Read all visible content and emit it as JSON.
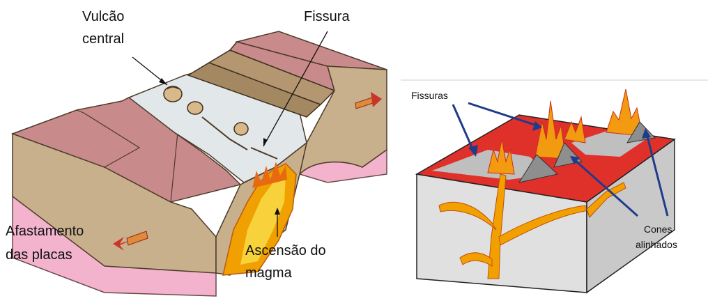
{
  "left_diagram": {
    "labels": {
      "vulcao_line1": "Vulcão",
      "vulcao_line2": "central",
      "fissura": "Fissura",
      "afastamento_line1": "Afastamento",
      "afastamento_line2": "das placas",
      "ascensao_line1": "Ascensão do",
      "ascensao_line2": "magma"
    }
  },
  "right_diagram": {
    "labels": {
      "fissuras": "Fissuras",
      "cones_line1": "Cones",
      "cones_line2": "alinhados"
    }
  },
  "colors": {
    "block_top": "#c98a8c",
    "block_side": "#c9b38f",
    "mantle": "#f2a9c4",
    "magma": "#f0a000",
    "lava_red": "#e43a1f",
    "arrow_red": "#c8352a",
    "arrow_blue": "#1f3c8a",
    "rift_floor": "#e3e8ea"
  }
}
